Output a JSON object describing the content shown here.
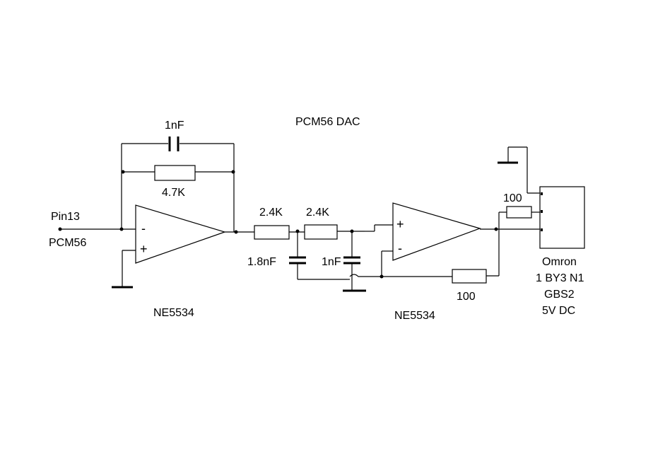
{
  "title": "PCM56 DAC",
  "input": {
    "pin": "Pin13",
    "source": "PCM56"
  },
  "stage1": {
    "opamp": "NE5534",
    "feedback_cap": "1nF",
    "feedback_res": "4.7K",
    "minus": "-",
    "plus": "+"
  },
  "filter": {
    "r1": "2.4K",
    "r2": "2.4K",
    "c1": "1.8nF",
    "c2": "1nF"
  },
  "stage2": {
    "opamp": "NE5534",
    "plus": "+",
    "minus": "-",
    "feedback_res": "100",
    "output_res": "100"
  },
  "relay": {
    "line1": "Omron",
    "line2": "1 BY3 N1",
    "line3": "GBS2",
    "line4": "5V DC"
  }
}
